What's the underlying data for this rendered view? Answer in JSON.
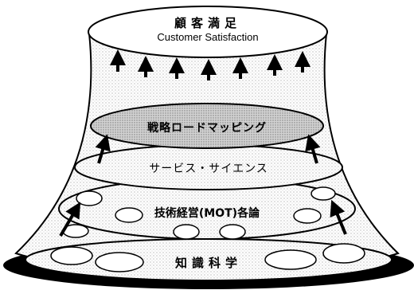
{
  "layers": {
    "customer_satisfaction": {
      "title": "顧客満足",
      "subtitle": "Customer Satisfaction"
    },
    "roadmapping": {
      "label": "戦略ロードマッピング"
    },
    "service_science": {
      "label": "サービス・サイエンス"
    },
    "mot": {
      "label": "技術経営(MOT)各論"
    },
    "knowledge_science": {
      "label": "知識科学"
    }
  },
  "colors": {
    "ink": "#000000",
    "background": "#ffffff",
    "gray_fill": "#c8c8c8"
  }
}
